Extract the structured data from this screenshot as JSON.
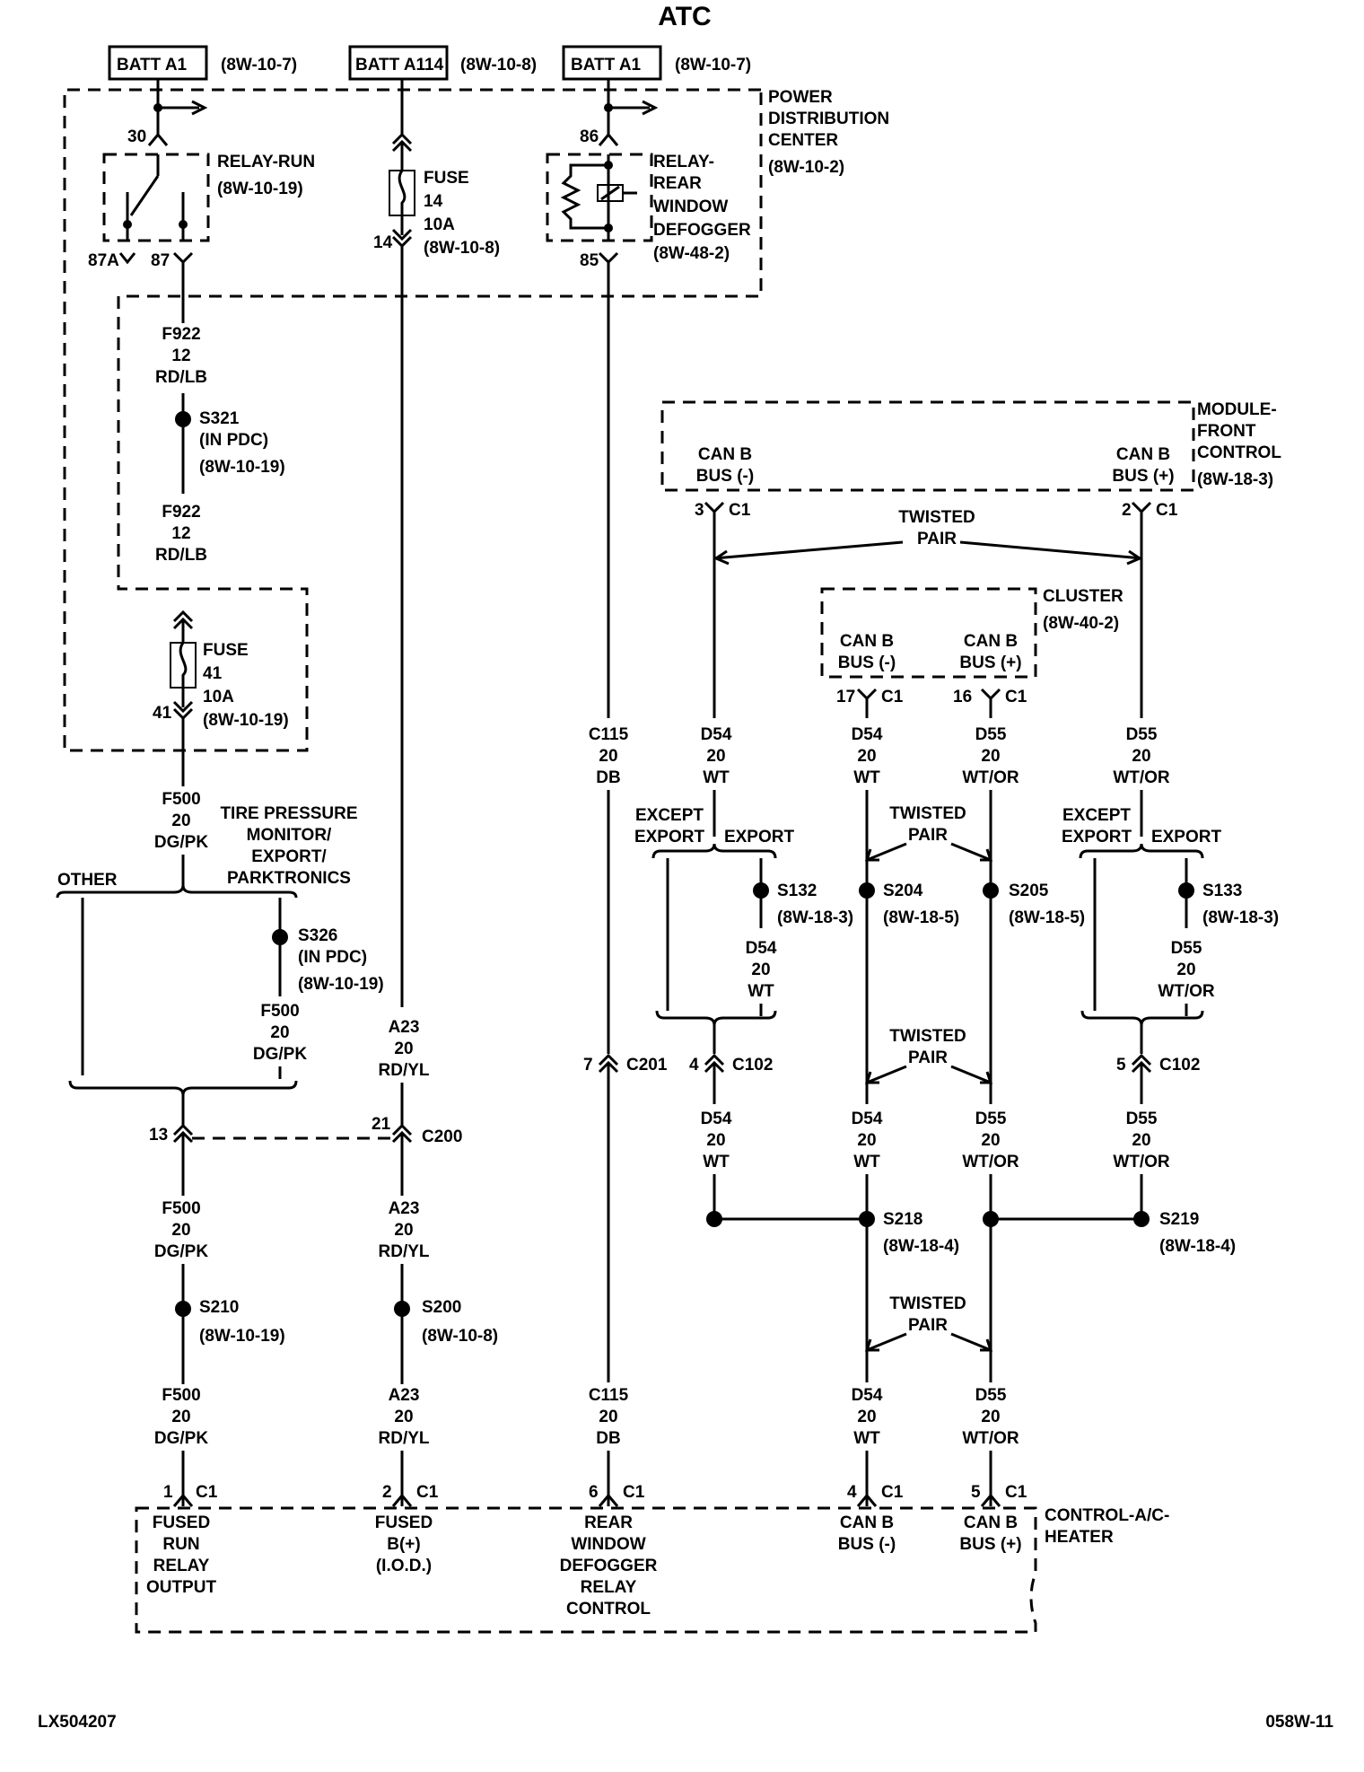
{
  "title": "ATC",
  "footer": {
    "left": "LX504207",
    "right": "058W-11"
  },
  "batt": [
    {
      "name": "BATT A1",
      "ref": "(8W-10-7)"
    },
    {
      "name": "BATT A114",
      "ref": "(8W-10-8)"
    },
    {
      "name": "BATT A1",
      "ref": "(8W-10-7)"
    }
  ],
  "pdc": {
    "line1": "POWER",
    "line2": "DISTRIBUTION",
    "line3": "CENTER",
    "ref": "(8W-10-2)"
  },
  "relay_run": {
    "label": "RELAY-RUN",
    "ref": "(8W-10-19)",
    "pin30": "30",
    "pin87a": "87A",
    "pin87": "87"
  },
  "fuse14": {
    "label": "FUSE",
    "num": "14",
    "amp": "10A",
    "ref": "(8W-10-8)",
    "pin": "14"
  },
  "relay_defog": {
    "l1": "RELAY-",
    "l2": "REAR",
    "l3": "WINDOW",
    "l4": "DEFOGGER",
    "ref": "(8W-48-2)",
    "pin86": "86",
    "pin85": "85"
  },
  "wires": {
    "f922a": [
      "F922",
      "12",
      "RD/LB"
    ],
    "f922b": [
      "F922",
      "12",
      "RD/LB"
    ],
    "f500a": [
      "F500",
      "20",
      "DG/PK"
    ],
    "f500b": [
      "F500",
      "20",
      "DG/PK"
    ],
    "f500c": [
      "F500",
      "20",
      "DG/PK"
    ],
    "f500d": [
      "F500",
      "20",
      "DG/PK"
    ],
    "a23a": [
      "A23",
      "20",
      "RD/YL"
    ],
    "a23b": [
      "A23",
      "20",
      "RD/YL"
    ],
    "a23c": [
      "A23",
      "20",
      "RD/YL"
    ],
    "c115a": [
      "C115",
      "20",
      "DB"
    ],
    "c115b": [
      "C115",
      "20",
      "DB"
    ],
    "d54a": [
      "D54",
      "20",
      "WT"
    ],
    "d54b": [
      "D54",
      "20",
      "WT"
    ],
    "d54c": [
      "D54",
      "20",
      "WT"
    ],
    "d54d": [
      "D54",
      "20",
      "WT"
    ],
    "d54e": [
      "D54",
      "20",
      "WT"
    ],
    "d54f": [
      "D54",
      "20",
      "WT"
    ],
    "d55a": [
      "D55",
      "20",
      "WT/OR"
    ],
    "d55b": [
      "D55",
      "20",
      "WT/OR"
    ],
    "d55c": [
      "D55",
      "20",
      "WT/OR"
    ],
    "d55d": [
      "D55",
      "20",
      "WT/OR"
    ],
    "d55e": [
      "D55",
      "20",
      "WT/OR"
    ],
    "d55f": [
      "D55",
      "20",
      "WT/OR"
    ]
  },
  "splices": {
    "s321": {
      "name": "S321",
      "sub": "(IN PDC)",
      "ref": "(8W-10-19)"
    },
    "s326": {
      "name": "S326",
      "sub": "(IN PDC)",
      "ref": "(8W-10-19)"
    },
    "s210": {
      "name": "S210",
      "ref": "(8W-10-19)"
    },
    "s200": {
      "name": "S200",
      "ref": "(8W-10-8)"
    },
    "s132": {
      "name": "S132",
      "ref": "(8W-18-3)"
    },
    "s204": {
      "name": "S204",
      "ref": "(8W-18-5)"
    },
    "s205": {
      "name": "S205",
      "ref": "(8W-18-5)"
    },
    "s133": {
      "name": "S133",
      "ref": "(8W-18-3)"
    },
    "s218": {
      "name": "S218",
      "ref": "(8W-18-4)"
    },
    "s219": {
      "name": "S219",
      "ref": "(8W-18-4)"
    }
  },
  "fuse41": {
    "label": "FUSE",
    "num": "41",
    "amp": "10A",
    "ref": "(8W-10-19)",
    "pin": "41"
  },
  "tpm": {
    "l1": "TIRE PRESSURE",
    "l2": "MONITOR/",
    "l3": "EXPORT/",
    "l4": "PARKTRONICS",
    "other": "OTHER"
  },
  "connectors": {
    "c200": {
      "name": "C200",
      "pinA": "13",
      "pinB": "21"
    },
    "c201": {
      "name": "C201",
      "pin": "7"
    },
    "c102a": {
      "name": "C102",
      "pin": "4"
    },
    "c102b": {
      "name": "C102",
      "pin": "5"
    }
  },
  "mfc": {
    "l1": "MODULE-",
    "l2": "FRONT",
    "l3": "CONTROL",
    "ref": "(8W-18-3)",
    "canm1": "CAN B",
    "canm2": "BUS (-)",
    "canp1": "CAN B",
    "canp2": "BUS (+)",
    "pinm": "3",
    "pinp": "2",
    "conn": "C1"
  },
  "cluster": {
    "label": "CLUSTER",
    "ref": "(8W-40-2)",
    "canm1": "CAN B",
    "canm2": "BUS (-)",
    "canp1": "CAN B",
    "canp2": "BUS (+)",
    "pinm": "17",
    "pinp": "16",
    "conn": "C1"
  },
  "twisted": {
    "l1": "TWISTED",
    "l2": "PAIR"
  },
  "export": {
    "except1": "EXCEPT",
    "except2": "EXPORT",
    "export": "EXPORT"
  },
  "hvac": {
    "l1": "CONTROL-A/C-",
    "l2": "HEATER",
    "conn": "C1",
    "pins": [
      "1",
      "2",
      "6",
      "4",
      "5"
    ],
    "p1": [
      "FUSED",
      "RUN",
      "RELAY",
      "OUTPUT"
    ],
    "p2": [
      "FUSED",
      "B(+)",
      "(I.O.D.)"
    ],
    "p3": [
      "REAR",
      "WINDOW",
      "DEFOGGER",
      "RELAY",
      "CONTROL"
    ],
    "p4": [
      "CAN B",
      "BUS (-)"
    ],
    "p5": [
      "CAN B",
      "BUS (+)"
    ]
  }
}
